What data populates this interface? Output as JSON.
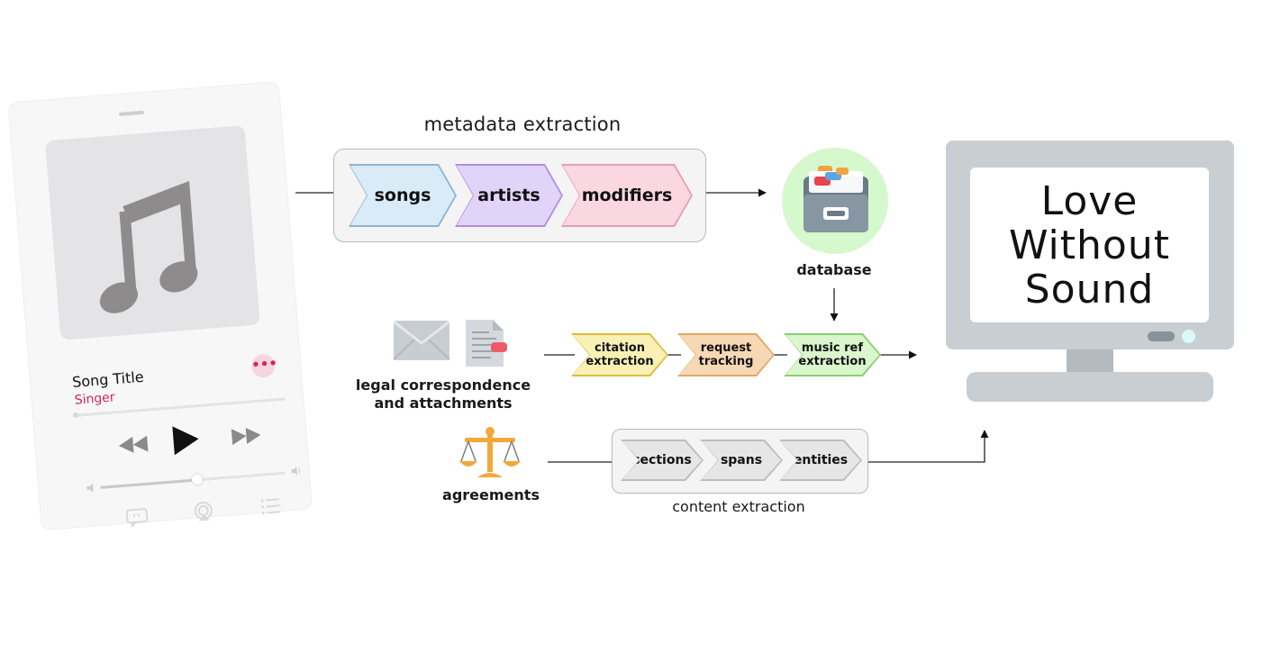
{
  "phone": {
    "song_title": "Song Title",
    "singer": "Singer",
    "more_icon": "ellipsis-icon",
    "accent": "#d2255e"
  },
  "metadata": {
    "title": "metadata extraction",
    "steps": [
      {
        "label": "songs",
        "fill": "#d8ebf7",
        "stroke": "#8fb4d2"
      },
      {
        "label": "artists",
        "fill": "#e2d4f8",
        "stroke": "#b08fe0"
      },
      {
        "label": "modifiers",
        "fill": "#fbd7e2",
        "stroke": "#e99cb6"
      }
    ]
  },
  "database": {
    "label": "database",
    "circle": "#d6f8cd"
  },
  "legal": {
    "line1": "legal correspondence",
    "line2": "and attachments",
    "steps": [
      {
        "line1": "citation",
        "line2": "extraction",
        "fill": "#f9f0b5",
        "stroke": "#d9bf3b"
      },
      {
        "line1": "request",
        "line2": "tracking",
        "fill": "#f7d8b4",
        "stroke": "#e0a866"
      },
      {
        "line1": "music ref",
        "line2": "extraction",
        "fill": "#d9f6cd",
        "stroke": "#8ccc74"
      }
    ]
  },
  "agreements": {
    "label": "agreements",
    "caption": "content extraction",
    "steps": [
      {
        "label": "sections"
      },
      {
        "label": "spans"
      },
      {
        "label": "entities"
      }
    ]
  },
  "monitor": {
    "line1": "Love",
    "line2": "Without",
    "line3": "Sound"
  }
}
